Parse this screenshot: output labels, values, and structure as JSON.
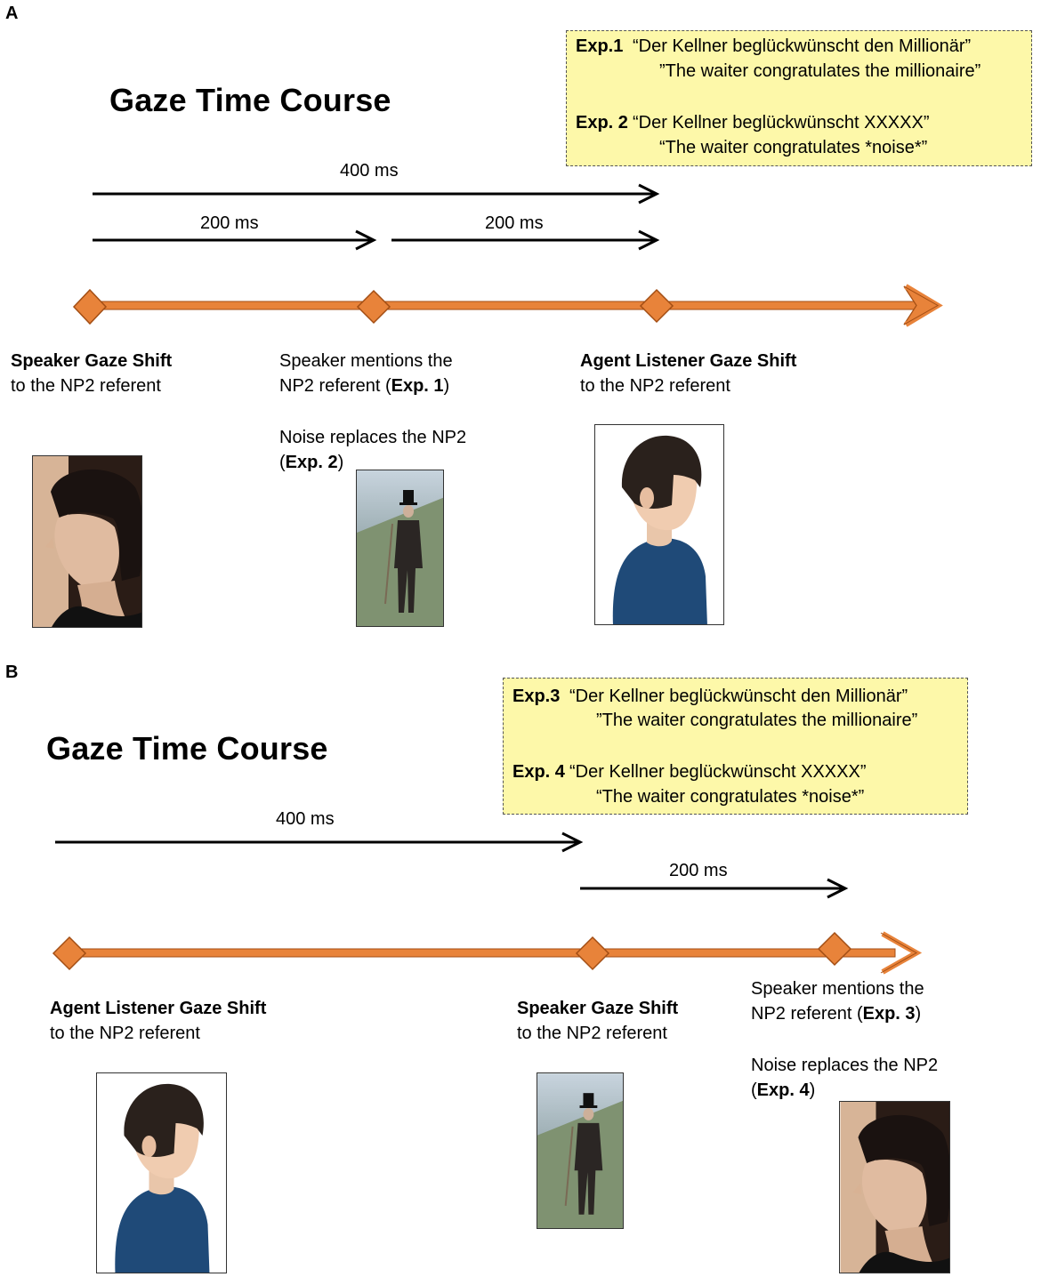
{
  "panel_a": {
    "letter": "A",
    "title": "Gaze Time Course",
    "box": {
      "exp1_label": "Exp.1",
      "exp1_german": "“Der Kellner beglückwünscht den Millionär”",
      "exp1_english": "”The waiter congratulates the millionaire”",
      "exp2_label": "Exp. 2",
      "exp2_german": "“Der Kellner beglückwünscht XXXXX”",
      "exp2_english": "“The waiter congratulates *noise*”"
    },
    "arrows": {
      "long": "400 ms",
      "short_left": "200 ms",
      "short_right": "200 ms"
    },
    "events": {
      "e1_bold": "Speaker Gaze Shift",
      "e1_line2": "to the NP2 referent",
      "e2_line1": "Speaker mentions the",
      "e2_line2_pre": "NP2 referent (",
      "e2_line2_bold": "Exp. 1",
      "e2_line2_post": ")",
      "e2_noise_line1": "Noise replaces the NP2",
      "e2_noise_pre": "(",
      "e2_noise_bold": "Exp. 2",
      "e2_noise_post": ")",
      "e3_bold": "Agent Listener Gaze Shift",
      "e3_line2": "to the NP2 referent"
    }
  },
  "panel_b": {
    "letter": "B",
    "title": "Gaze Time Course",
    "box": {
      "exp3_label": "Exp.3",
      "exp3_german": "“Der Kellner beglückwünscht den Millionär”",
      "exp3_english": "”The waiter congratulates the millionaire”",
      "exp4_label": "Exp. 4",
      "exp4_german": "“Der Kellner beglückwünscht XXXXX”",
      "exp4_english": "“The waiter congratulates *noise*”"
    },
    "arrows": {
      "long": "400 ms",
      "short": "200 ms"
    },
    "events": {
      "e1_bold": "Agent Listener Gaze Shift",
      "e1_line2": "to the NP2 referent",
      "e2_bold": "Speaker Gaze Shift",
      "e2_line2": "to the NP2 referent",
      "e3_line1": "Speaker mentions the",
      "e3_line2_pre": "NP2 referent (",
      "e3_line2_bold": "Exp. 3",
      "e3_line2_post": ")",
      "e3_noise_line1": "Noise replaces the NP2",
      "e3_noise_pre": "(",
      "e3_noise_bold": "Exp. 4",
      "e3_noise_post": ")"
    }
  },
  "colors": {
    "timeline": "#e8833a",
    "timeline_edge": "#a34e14",
    "box_fill": "#fdf8a9"
  }
}
